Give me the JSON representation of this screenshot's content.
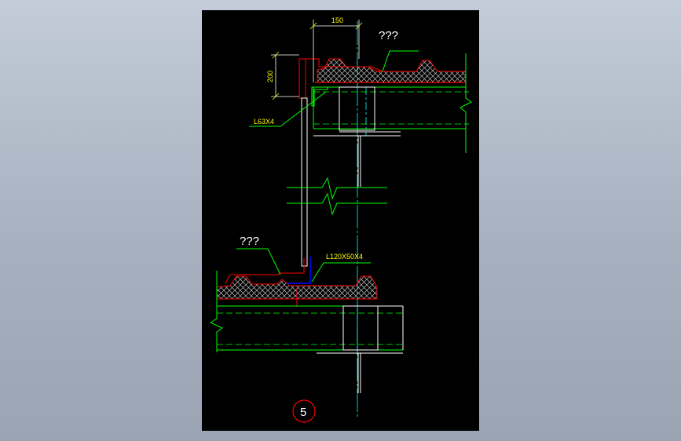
{
  "drawing": {
    "dims": {
      "top_width": "150",
      "top_height": "200"
    },
    "labels": {
      "top_material": "???",
      "bottom_material": "???",
      "top_angle": "L63X4",
      "bottom_angle": "L120X50X4"
    },
    "detail_number": "5"
  },
  "colors": {
    "canvas": "#000000",
    "structure": "#00ff00",
    "centerline": "#00ffff",
    "flashing": "#ff0000",
    "dimension": "#ffff00",
    "angle_bottom": "#0000ff",
    "insulation_hatch": "#c0c0c0",
    "steel_white": "#ffffff"
  }
}
